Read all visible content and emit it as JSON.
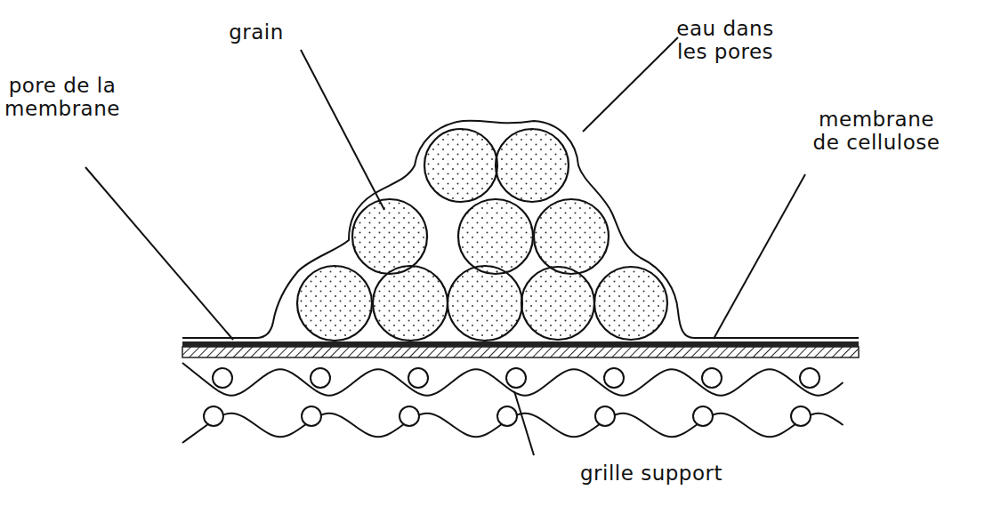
{
  "diagram": {
    "labels": [
      "grain",
      "eau dans les pores",
      "pore de la membrane",
      "membrane de cellulose",
      "grille support"
    ]
  }
}
